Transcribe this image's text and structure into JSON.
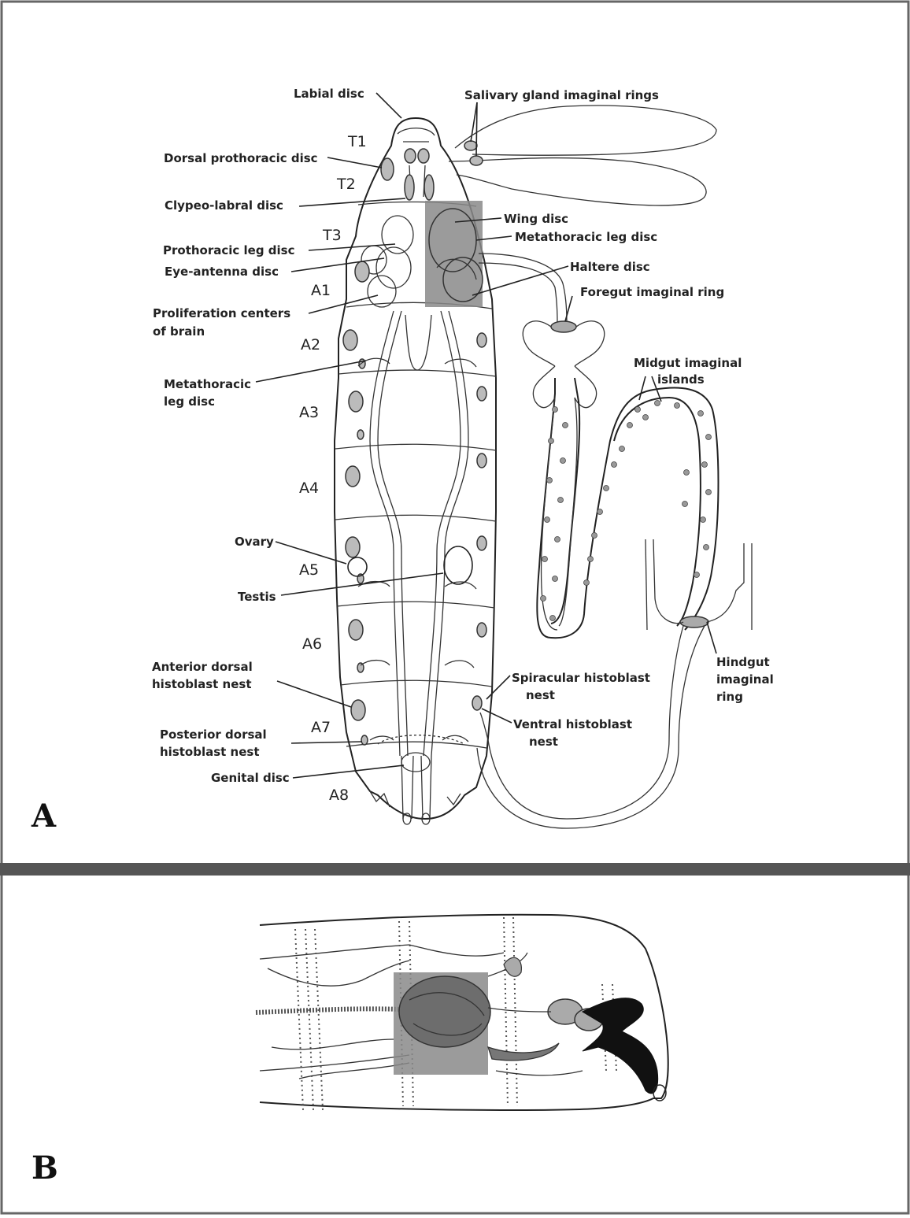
{
  "panels": [
    {
      "letter": "A"
    },
    {
      "letter": "B"
    }
  ],
  "segments": [
    "T1",
    "T2",
    "T3",
    "A1",
    "A2",
    "A3",
    "A4",
    "A5",
    "A6",
    "A7",
    "A8"
  ],
  "labels": {
    "labial_disc": "Labial disc",
    "salivary_gland_imaginal_rings": "Salivary gland imaginal rings",
    "dorsal_prothoracic_disc": "Dorsal prothoracic disc",
    "clypeo_labral_disc": "Clypeo-labral disc",
    "wing_disc": "Wing disc",
    "metathoracic_leg_disc_top": "Metathoracic leg disc",
    "prothoracic_leg_disc": "Prothoracic leg disc",
    "eye_antenna_disc": "Eye-antenna disc",
    "haltere_disc": "Haltere disc",
    "foregut_imaginal_ring": "Foregut imaginal ring",
    "proliferation_centers_1": "Proliferation centers",
    "proliferation_centers_2": "of brain",
    "metathoracic_leg_disc_left_1": "Metathoracic",
    "metathoracic_leg_disc_left_2": "leg disc",
    "midgut_imaginal_islands_1": "Midgut imaginal",
    "midgut_imaginal_islands_2": "islands",
    "ovary": "Ovary",
    "testis": "Testis",
    "anterior_dorsal_histoblast_nest_1": "Anterior dorsal",
    "anterior_dorsal_histoblast_nest_2": "histoblast nest",
    "spiracular_histoblast_nest_1": "Spiracular histoblast",
    "spiracular_histoblast_nest_2": "nest",
    "hindgut_imaginal_ring_1": "Hindgut",
    "hindgut_imaginal_ring_2": "imaginal",
    "hindgut_imaginal_ring_3": "ring",
    "posterior_dorsal_histoblast_nest_1": "Posterior dorsal",
    "posterior_dorsal_histoblast_nest_2": "histoblast nest",
    "ventral_histoblast_nest_1": "Ventral histoblast",
    "ventral_histoblast_nest_2": "nest",
    "genital_disc": "Genital disc"
  },
  "colors": {
    "highlight": "#8a8a8a",
    "divider": "#555555",
    "border": "#666666"
  }
}
